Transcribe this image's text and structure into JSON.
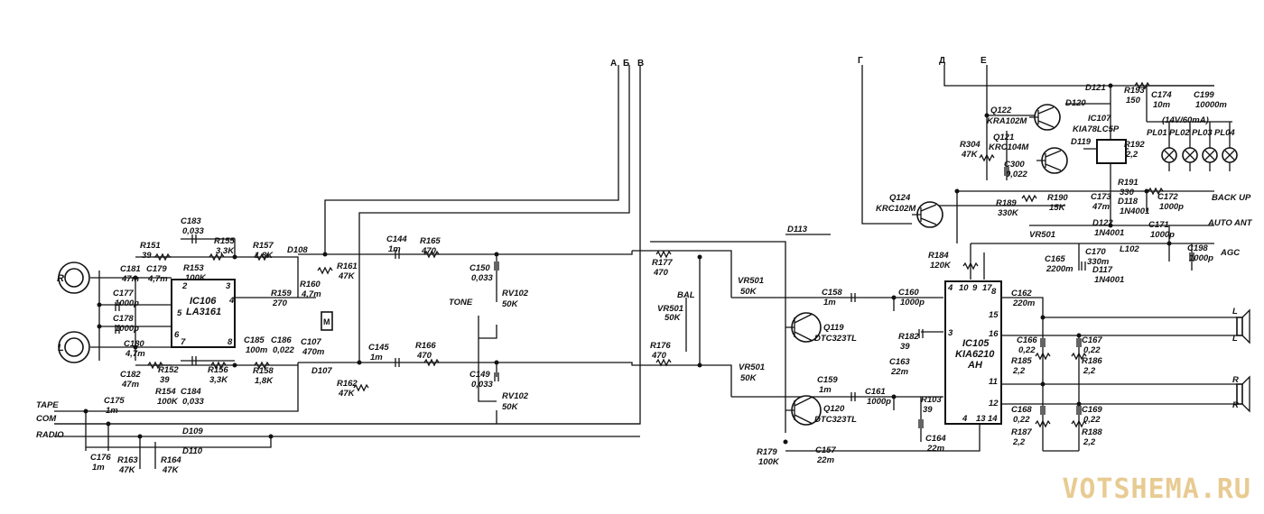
{
  "watermark": "VOTSHEMA.RU",
  "ports_top": [
    "А",
    "Б",
    "В",
    "Г",
    "Д",
    "Е"
  ],
  "left_inputs": [
    "R",
    "L"
  ],
  "left_buses": [
    "TAPE",
    "COM",
    "RADIO"
  ],
  "right_outputs": [
    "BACK UP",
    "AUTO ANT",
    "AGC"
  ],
  "speakers": [
    "L",
    "L",
    "R",
    "R"
  ],
  "ics": [
    {
      "ref": "IC106",
      "part": "LA3161"
    },
    {
      "ref": "IC105",
      "part": "KIA6210",
      "suffix": "AH"
    },
    {
      "ref": "IC107",
      "part": "KIA78LC5P"
    }
  ],
  "transistors": [
    {
      "ref": "Q119",
      "part": "DTC323TL"
    },
    {
      "ref": "Q120",
      "part": "DTC323TL"
    },
    {
      "ref": "Q121",
      "part": "KRC104M"
    },
    {
      "ref": "Q122",
      "part": "KRA102M"
    },
    {
      "ref": "Q124",
      "part": "KRC102M"
    }
  ],
  "controls": [
    {
      "ref": "VR501",
      "value": "50K",
      "name": "BAL"
    },
    {
      "ref": "RV102",
      "value": "50K",
      "name": "TONE"
    },
    {
      "ref": "VR501",
      "value": "50K"
    },
    {
      "ref": "VR501",
      "value": "50K"
    },
    {
      "ref": "RV102",
      "value": "50K"
    },
    {
      "ref": "VR501"
    }
  ],
  "lamps_label": "(14V/60mA)",
  "lamps": [
    "PL01",
    "PL02",
    "PL03",
    "PL04"
  ],
  "ic105_pins": [
    "4",
    "10",
    "9",
    "17",
    "8",
    "3",
    "15",
    "16",
    "11",
    "12",
    "4",
    "13",
    "14"
  ],
  "ic106_pins": [
    "2",
    "3",
    "4",
    "5",
    "6",
    "7",
    "8"
  ],
  "parts": [
    {
      "ref": "R151",
      "value": "39"
    },
    {
      "ref": "C183",
      "value": "0,033"
    },
    {
      "ref": "R155",
      "value": "3,3K"
    },
    {
      "ref": "R157",
      "value": "1,8K"
    },
    {
      "ref": "D108",
      "value": ""
    },
    {
      "ref": "C181",
      "value": "47m"
    },
    {
      "ref": "C179",
      "value": "4,7m"
    },
    {
      "ref": "R153",
      "value": "100K"
    },
    {
      "ref": "C177",
      "value": "1000p"
    },
    {
      "ref": "C178",
      "value": "1000p"
    },
    {
      "ref": "C180",
      "value": "4,7m"
    },
    {
      "ref": "C182",
      "value": "47m"
    },
    {
      "ref": "R152",
      "value": "39"
    },
    {
      "ref": "R154",
      "value": "100K"
    },
    {
      "ref": "C184",
      "value": "0,033"
    },
    {
      "ref": "R156",
      "value": "3,3K"
    },
    {
      "ref": "R158",
      "value": "1,8K"
    },
    {
      "ref": "R159",
      "value": "270"
    },
    {
      "ref": "R160",
      "value": "4,7m"
    },
    {
      "ref": "C185",
      "value": "100m"
    },
    {
      "ref": "C186",
      "value": "0,022"
    },
    {
      "ref": "C107",
      "value": "470m"
    },
    {
      "ref": "D107",
      "value": ""
    },
    {
      "ref": "R161",
      "value": "47K"
    },
    {
      "ref": "R162",
      "value": "47K"
    },
    {
      "ref": "C144",
      "value": "1m"
    },
    {
      "ref": "R165",
      "value": "470"
    },
    {
      "ref": "C145",
      "value": "1m"
    },
    {
      "ref": "R166",
      "value": "470"
    },
    {
      "ref": "C150",
      "value": "0,033"
    },
    {
      "ref": "C149",
      "value": "0,033"
    },
    {
      "ref": "R177",
      "value": "470"
    },
    {
      "ref": "R176",
      "value": "470"
    },
    {
      "ref": "C175",
      "value": "1m"
    },
    {
      "ref": "C176",
      "value": "1m"
    },
    {
      "ref": "R163",
      "value": "47K"
    },
    {
      "ref": "R164",
      "value": "47K"
    },
    {
      "ref": "D109",
      "value": ""
    },
    {
      "ref": "D110",
      "value": ""
    },
    {
      "ref": "D113",
      "value": ""
    },
    {
      "ref": "C158",
      "value": "1m"
    },
    {
      "ref": "C159",
      "value": "1m"
    },
    {
      "ref": "C160",
      "value": "1000p"
    },
    {
      "ref": "C161",
      "value": "1000p"
    },
    {
      "ref": "R182",
      "value": "39"
    },
    {
      "ref": "C163",
      "value": "22m"
    },
    {
      "ref": "R103",
      "value": "39"
    },
    {
      "ref": "C164",
      "value": "22m"
    },
    {
      "ref": "R179",
      "value": "100K"
    },
    {
      "ref": "C157",
      "value": "22m"
    },
    {
      "ref": "R184",
      "value": "120K"
    },
    {
      "ref": "C165",
      "value": "2200m"
    },
    {
      "ref": "C162",
      "value": "220m"
    },
    {
      "ref": "C166",
      "value": "0,22"
    },
    {
      "ref": "C167",
      "value": "0,22"
    },
    {
      "ref": "R185",
      "value": "2,2"
    },
    {
      "ref": "R186",
      "value": "2,2"
    },
    {
      "ref": "C168",
      "value": "0,22"
    },
    {
      "ref": "C169",
      "value": "0,22"
    },
    {
      "ref": "R187",
      "value": "2,2"
    },
    {
      "ref": "R188",
      "value": "2,2"
    },
    {
      "ref": "R304",
      "value": "47K"
    },
    {
      "ref": "C300",
      "value": "0,022"
    },
    {
      "ref": "R189",
      "value": "330K"
    },
    {
      "ref": "R190",
      "value": "15K"
    },
    {
      "ref": "D121",
      "value": ""
    },
    {
      "ref": "R193",
      "value": "150"
    },
    {
      "ref": "C174",
      "value": "10m"
    },
    {
      "ref": "C199",
      "value": "10000m"
    },
    {
      "ref": "D120",
      "value": ""
    },
    {
      "ref": "D119",
      "value": ""
    },
    {
      "ref": "R192",
      "value": "2,2"
    },
    {
      "ref": "C173",
      "value": "47m"
    },
    {
      "ref": "R191",
      "value": "330"
    },
    {
      "ref": "D118",
      "value": "1N4001"
    },
    {
      "ref": "C172",
      "value": "1000p"
    },
    {
      "ref": "D122",
      "value": "1N4001"
    },
    {
      "ref": "C171",
      "value": "1000p"
    },
    {
      "ref": "C170",
      "value": "330m"
    },
    {
      "ref": "L102",
      "value": ""
    },
    {
      "ref": "C198",
      "value": "1000p"
    },
    {
      "ref": "D117",
      "value": "1N4001"
    }
  ]
}
